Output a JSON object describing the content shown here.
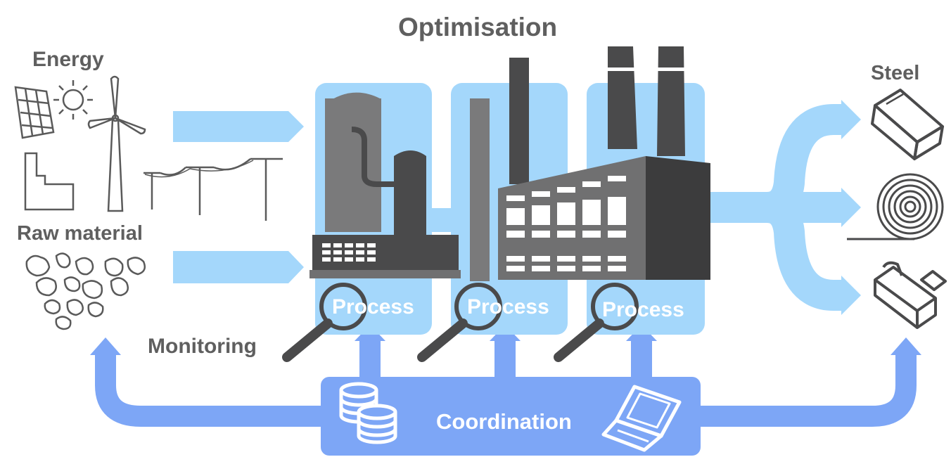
{
  "labels": {
    "energy": "Energy",
    "raw_material": "Raw material",
    "optimisation": "Optimisation",
    "steel": "Steel",
    "monitoring": "Monitoring",
    "coordination": "Coordination",
    "process_1": "Process",
    "process_2": "Process",
    "process_3": "Process"
  },
  "colors": {
    "light_blue": "#a4d7fb",
    "mid_blue": "#7da6f6",
    "dark_gray": "#4a4a4b",
    "mid_gray": "#707071",
    "text_gray": "#5f5f5f"
  },
  "icons": [
    "solar-panel-icon",
    "sun-icon",
    "wind-turbine-icon",
    "factory-icon",
    "power-line-icon",
    "rock-pile-icon",
    "steel-bar-icon",
    "steel-coil-icon",
    "steel-profile-icon",
    "magnifier-icon",
    "database-icon",
    "laptop-icon"
  ]
}
